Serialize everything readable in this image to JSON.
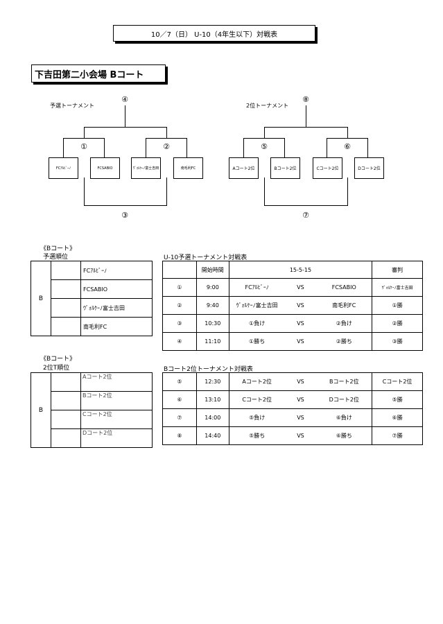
{
  "header": {
    "title": "10／7（日） U-10（4年生以下）対戦表"
  },
  "venue": {
    "title": "下吉田第二小会場 Bコート"
  },
  "bracket1": {
    "label": "予選トーナメント",
    "top": "④",
    "left": "①",
    "right": "②",
    "bottom": "③",
    "teams": [
      "FCｱﾙﾋﾞｰﾉ",
      "FCSABIO",
      "ｳﾞｫﾙｹｰﾉ富士吉田",
      "南毛利FC"
    ]
  },
  "bracket2": {
    "label": "2位トーナメント",
    "top": "⑧",
    "left": "⑤",
    "right": "⑥",
    "bottom": "⑦",
    "teams": [
      "Aコート2位",
      "Bコート2位",
      "Cコート2位",
      "Dコート2位"
    ]
  },
  "rank1": {
    "court": "《Bコート》",
    "label": "予選順位",
    "group": "B",
    "rows": [
      "FCｱﾙﾋﾞｰﾉ",
      "FCSABIO",
      "ｳﾞｫﾙｹｰﾉ富士吉田",
      "南毛利FC"
    ]
  },
  "rank2": {
    "court": "《Bコート》",
    "label": "2位T順位",
    "group": "B",
    "rows": [
      "Aコート2位",
      "Bコート2位",
      "Cコート2位",
      "Dコート2位"
    ]
  },
  "matches1": {
    "title": "U-10予選トーナメント対戦表",
    "headers": {
      "time": "開始時間",
      "date": "15-5-15",
      "ref": "審判"
    },
    "rows": [
      {
        "no": "①",
        "time": "9:00",
        "home": "FCｱﾙﾋﾞｰﾉ",
        "vs": "VS",
        "away": "FCSABIO",
        "ref": "ｳﾞｫﾙｹｰﾉ富士吉田"
      },
      {
        "no": "②",
        "time": "9:40",
        "home": "ｳﾞｫﾙｹｰﾉ富士吉田",
        "vs": "VS",
        "away": "南毛利FC",
        "ref": "①勝"
      },
      {
        "no": "③",
        "time": "10:30",
        "home": "①負け",
        "vs": "VS",
        "away": "②負け",
        "ref": "②勝"
      },
      {
        "no": "④",
        "time": "11:10",
        "home": "①勝ち",
        "vs": "VS",
        "away": "②勝ち",
        "ref": "③勝"
      }
    ]
  },
  "matches2": {
    "title": "Bコート2位トーナメント対戦表",
    "rows": [
      {
        "no": "⑤",
        "time": "12:30",
        "home": "Aコート2位",
        "vs": "VS",
        "away": "Bコート2位",
        "ref": "Cコート2位"
      },
      {
        "no": "⑥",
        "time": "13:10",
        "home": "Cコート2位",
        "vs": "VS",
        "away": "Dコート2位",
        "ref": "⑤勝"
      },
      {
        "no": "⑦",
        "time": "14:00",
        "home": "⑤負け",
        "vs": "VS",
        "away": "⑥負け",
        "ref": "⑥勝"
      },
      {
        "no": "⑧",
        "time": "14:40",
        "home": "⑤勝ち",
        "vs": "VS",
        "away": "⑥勝ち",
        "ref": "⑦勝"
      }
    ]
  }
}
